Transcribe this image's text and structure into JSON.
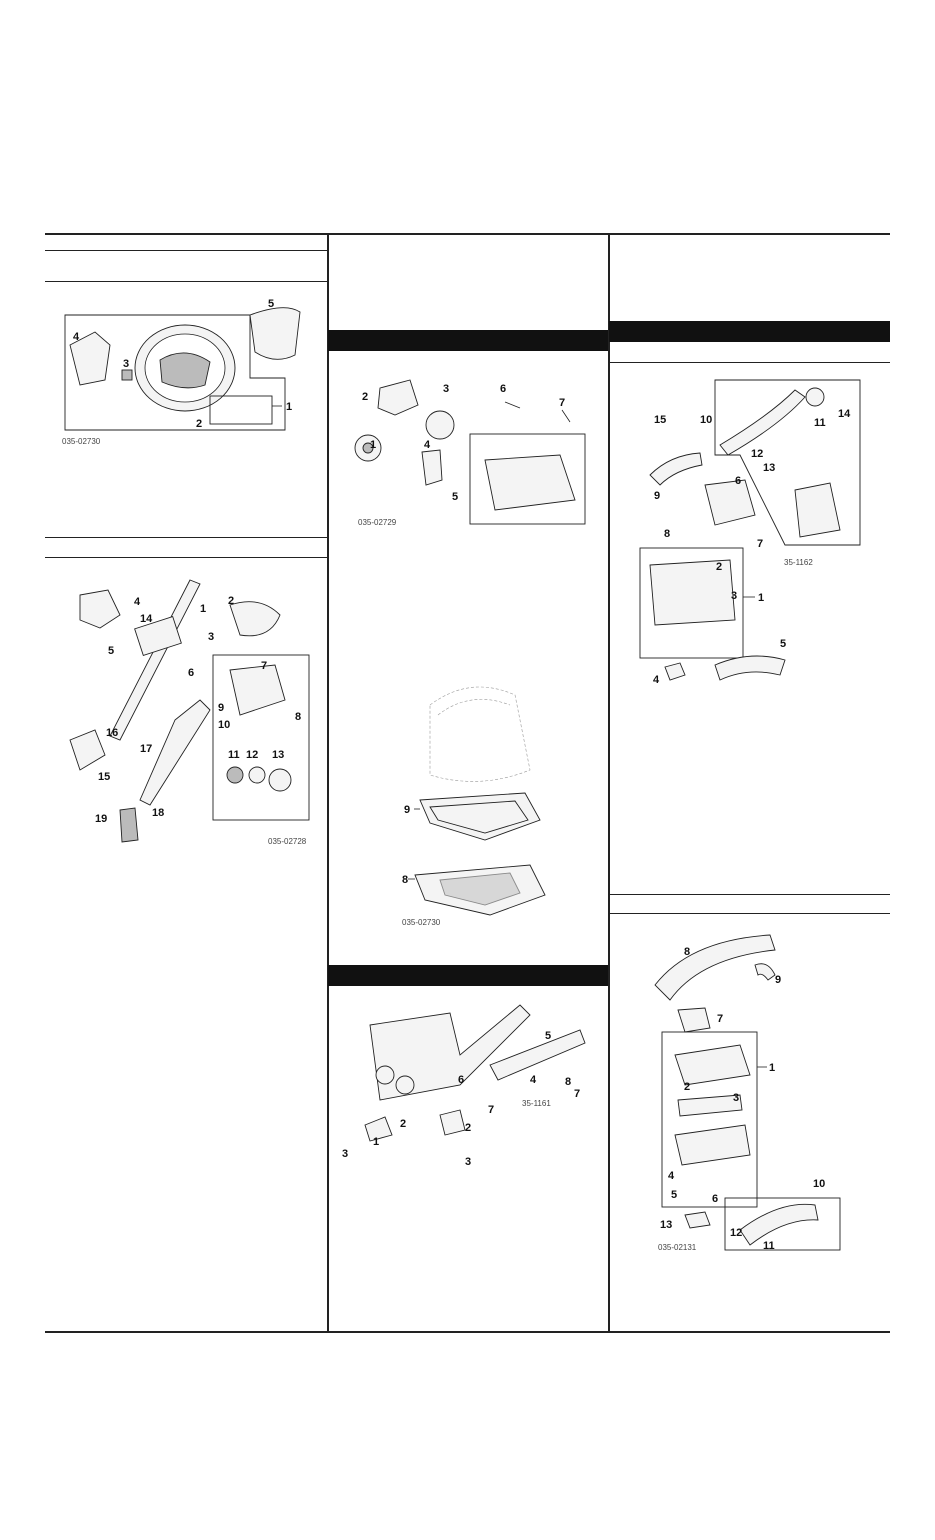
{
  "figures": {
    "steering_wheel": {
      "code": "035-02730",
      "labels": [
        "1",
        "2",
        "3",
        "4",
        "5"
      ]
    },
    "steering_column": {
      "code": "035-02728",
      "labels": [
        "1",
        "2",
        "3",
        "4",
        "5",
        "6",
        "7",
        "8",
        "9",
        "10",
        "11",
        "12",
        "13",
        "14",
        "15",
        "16",
        "17",
        "18",
        "19"
      ]
    },
    "transmission_parts": {
      "code": "035-02729",
      "labels": [
        "1",
        "2",
        "3",
        "4",
        "5",
        "6",
        "7"
      ]
    },
    "oil_pan": {
      "code": "035-02730",
      "labels": [
        "8",
        "9"
      ]
    },
    "engine_mounts": {
      "code": "35-1161",
      "labels": [
        "1",
        "2",
        "3",
        "4",
        "5",
        "6",
        "7",
        "8"
      ]
    },
    "air_intake_a": {
      "code": "35-1162",
      "labels": [
        "1",
        "2",
        "3",
        "4",
        "5",
        "6",
        "7",
        "8",
        "9",
        "10",
        "11",
        "12",
        "13",
        "14",
        "15"
      ]
    },
    "air_intake_b": {
      "code": "035-02131",
      "labels": [
        "1",
        "2",
        "3",
        "4",
        "5",
        "6",
        "7",
        "8",
        "9",
        "10",
        "11",
        "12",
        "13"
      ]
    }
  }
}
